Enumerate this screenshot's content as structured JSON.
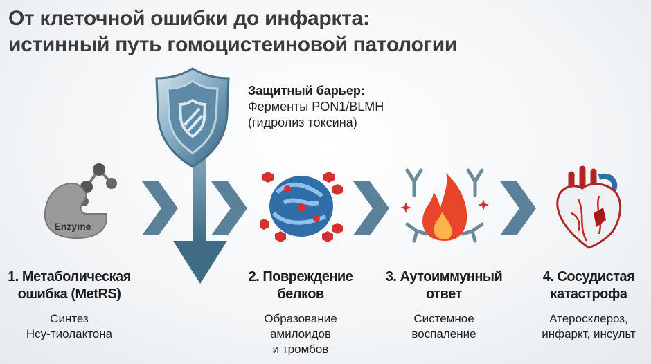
{
  "title": {
    "line1": "От клеточной ошибки до инфаркта:",
    "line2": "истинный путь гомоцистеиновой патологии"
  },
  "barrier": {
    "heading": "Защитный барьер:",
    "line1": "Ферменты PON1/BLMH",
    "line2": "(гидролиз токсина)",
    "icon": "shield-icon"
  },
  "enzyme_label": "Enzyme",
  "steps": [
    {
      "h1": "1. Метаболическая",
      "h2": "ошибка (MetRS)",
      "s1": "Синтез",
      "s2": "Hcy-тиолактона",
      "s3": "",
      "icon": "enzyme-icon"
    },
    {
      "h1": "2. Повреждение",
      "h2": "белков",
      "s1": "Образование",
      "s2": "амилоидов",
      "s3": "и тромбов",
      "icon": "protein-icon"
    },
    {
      "h1": "3. Аутоиммунный",
      "h2": "ответ",
      "s1": "Системное",
      "s2": "воспаление",
      "s3": "",
      "icon": "flame-antibody-icon"
    },
    {
      "h1": "4. Сосудистая",
      "h2": "катастрофа",
      "s1": "Атеросклероз,",
      "s2": "инфаркт, инсульт",
      "s3": "",
      "icon": "heart-icon"
    }
  ],
  "colors": {
    "arrow": "#4f7890",
    "red": "#d63030",
    "blue": "#2f6ea8"
  }
}
